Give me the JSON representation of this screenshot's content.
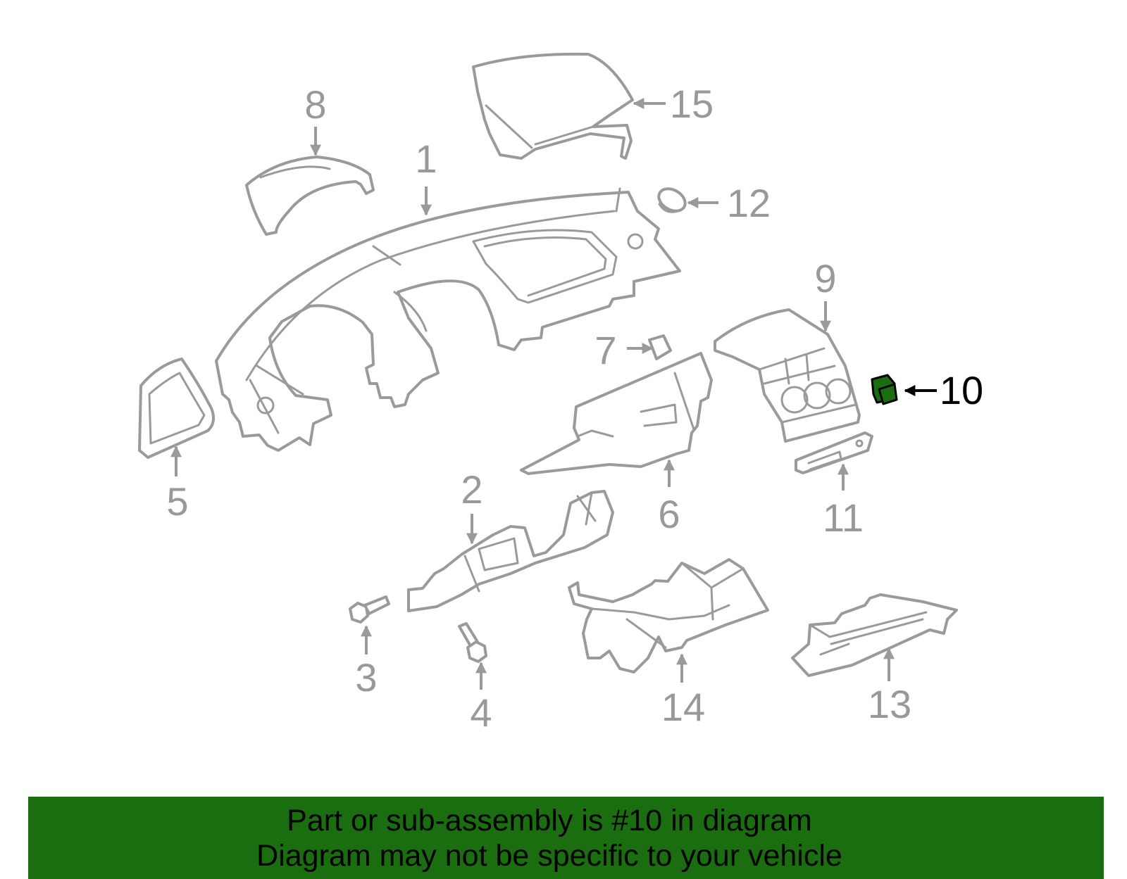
{
  "callouts": [
    "1",
    "2",
    "3",
    "4",
    "5",
    "6",
    "7",
    "8",
    "9",
    "10",
    "11",
    "12",
    "13",
    "14",
    "15"
  ],
  "highlight": {
    "part": "10",
    "color": "#1b6e10",
    "edge": "#000000"
  },
  "banner": {
    "line1": "Part or sub-assembly is #10 in diagram",
    "line2": "Diagram may not be specific to your vehicle",
    "color": "#1b6e10"
  },
  "colors": {
    "line_art": "#9a9a9a",
    "background": "#ffffff"
  }
}
